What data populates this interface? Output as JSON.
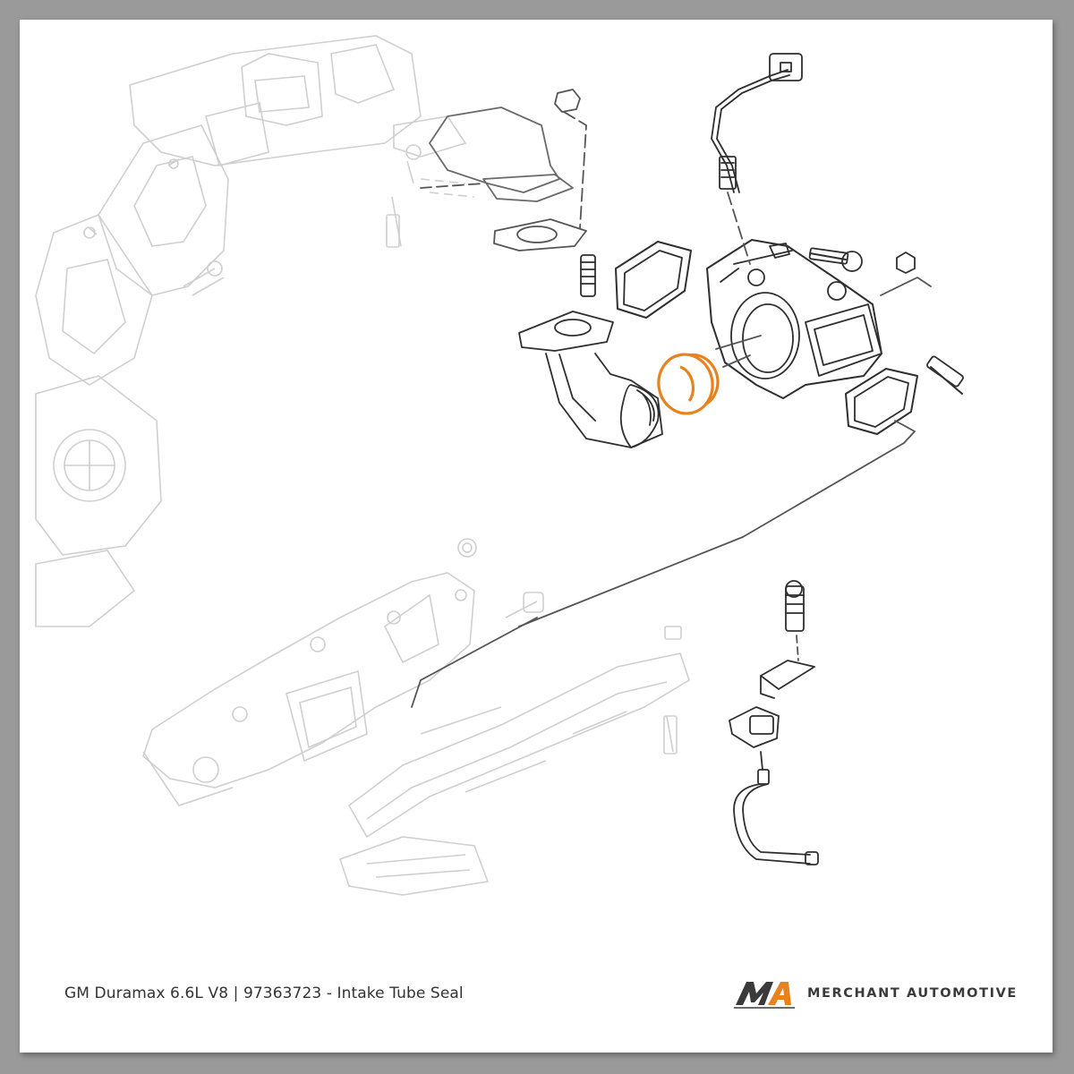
{
  "caption": "GM Duramax 6.6L V8 | 97363723 - Intake Tube Seal",
  "brand": {
    "name": "MERCHANT AUTOMOTIVE",
    "logo_text": "MA",
    "colors": {
      "dark": "#3a3a3a",
      "accent": "#e8821e"
    }
  },
  "colors": {
    "faded_line": "#c9c9c9",
    "line": "#333333",
    "highlight": "#e8821e"
  },
  "icons": [
    "merchant-automotive-logo",
    "intake-tube-seal-ring"
  ]
}
